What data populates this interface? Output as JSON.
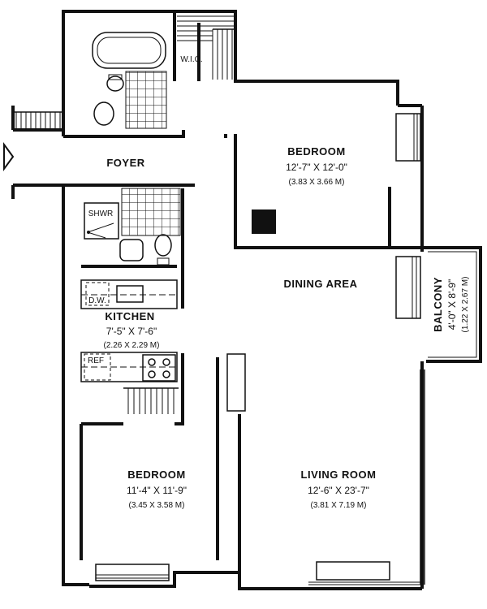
{
  "rooms": {
    "foyer": {
      "name": "FOYER"
    },
    "wic": {
      "name": "W.I.C."
    },
    "bedroom_main": {
      "name": "BEDROOM",
      "dims": "12'-7\" X 12'-0\"",
      "metric": "(3.83 X 3.66 M)"
    },
    "dining": {
      "name": "DINING AREA"
    },
    "balcony": {
      "name": "BALCONY",
      "dims": "4'-0\" X 8'-9\"",
      "metric": "(1.22 X 2.67 M)"
    },
    "kitchen": {
      "name": "KITCHEN",
      "dims": "7'-5\" X 7'-6\"",
      "metric": "(2.26 X 2.29 M)"
    },
    "bedroom_2": {
      "name": "BEDROOM",
      "dims": "11'-4\" X 11'-9\"",
      "metric": "(3.45 X 3.58 M)"
    },
    "living": {
      "name": "LIVING ROOM",
      "dims": "12'-6\" X 23'-7\"",
      "metric": "(3.81 X 7.19 M)"
    }
  },
  "fixtures": {
    "shower": "SHWR",
    "dishwasher": "D.W.",
    "refrigerator": "REF"
  },
  "colors": {
    "ink": "#111111",
    "paper": "#ffffff"
  }
}
